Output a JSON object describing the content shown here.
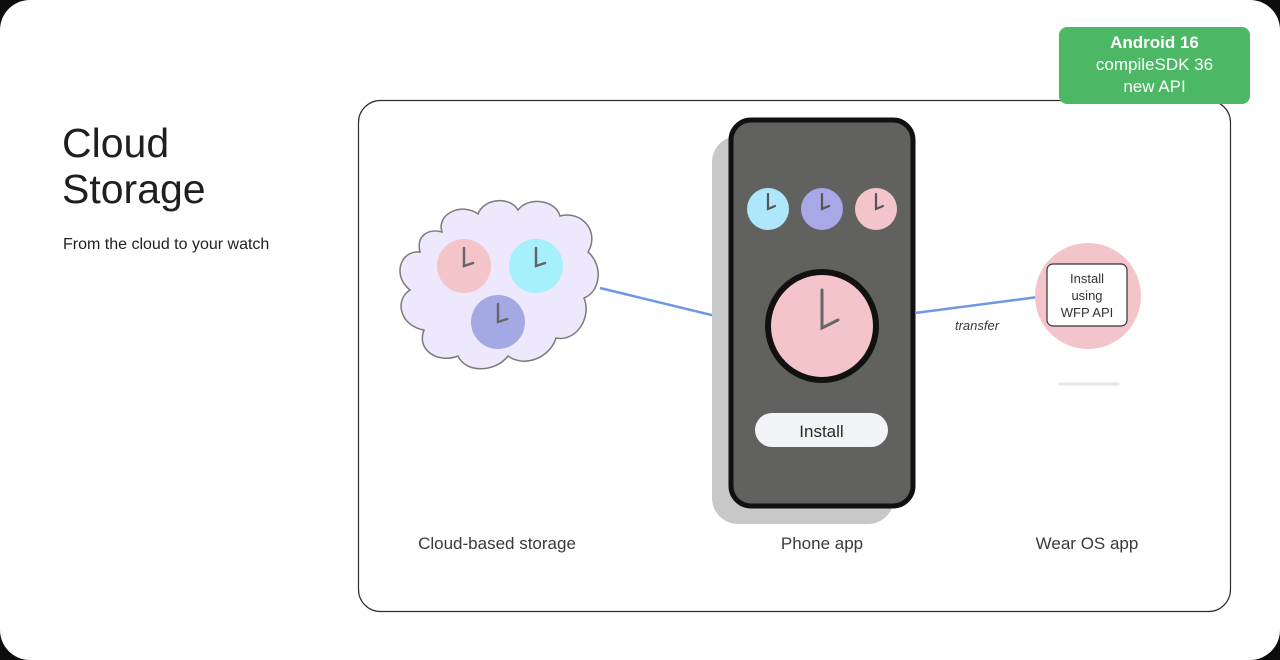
{
  "slide": {
    "title": "Cloud Storage",
    "subtitle": "From the cloud to your watch"
  },
  "badge": {
    "line1": "Android 16",
    "line2": "compileSDK 36",
    "line3": "new API",
    "color": "#4cb865"
  },
  "diagram": {
    "cloud": {
      "label": "Cloud-based storage"
    },
    "phone": {
      "label": "Phone app",
      "install_button": "Install"
    },
    "arrow_label": "transfer",
    "watch": {
      "label": "Wear OS app",
      "box_line1": "Install",
      "box_line2": "using",
      "box_line3": "WFP API"
    }
  },
  "colors": {
    "pink": "#f3c5cb",
    "cyan": "#a5f0fa",
    "purple": "#a4a9e4",
    "light_blue": "#aee6fb",
    "lavender": "#a8a8e6",
    "cloud_fill": "#ede8fb",
    "arrow": "#6f97e4",
    "phone_screen": "#616160"
  }
}
